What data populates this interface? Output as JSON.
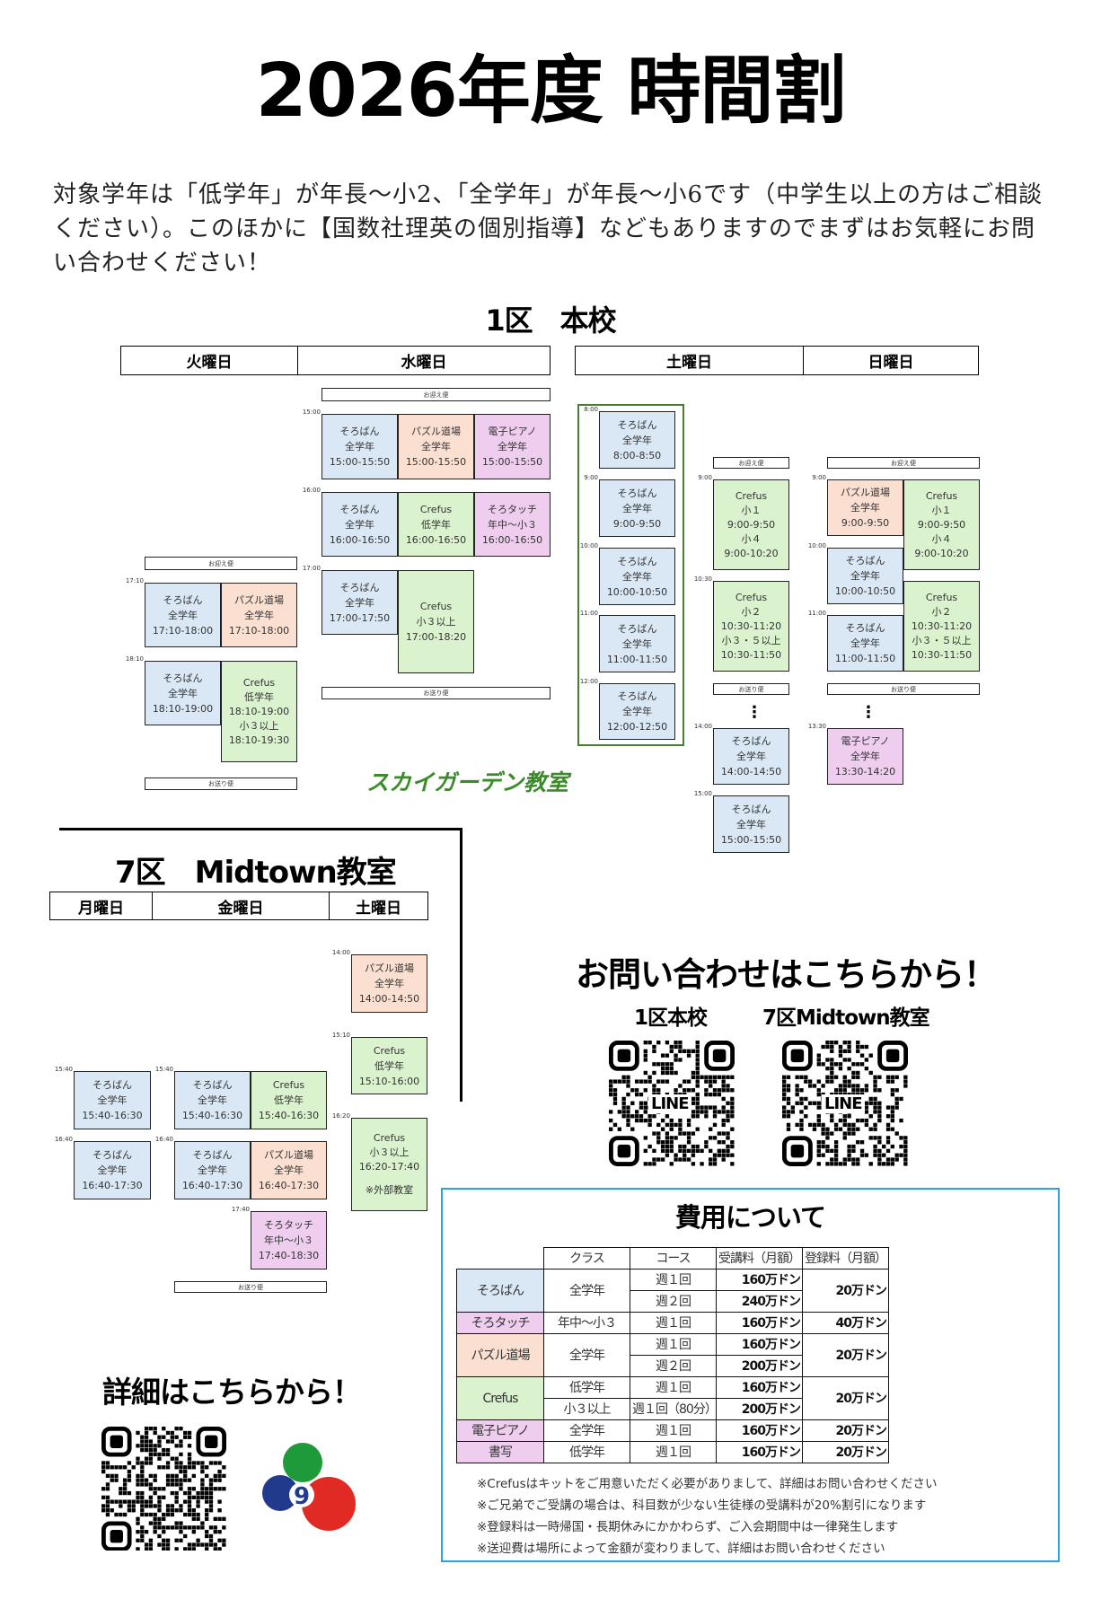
{
  "title": "2026年度 時間割",
  "intro": "対象学年は「低学年」が年長～小2、「全学年」が年長～小6です（中学生以上の方はご相談ください）。このほかに【国数社理英の個別指導】などもありますのでまずはお気軽にお問い合わせください！",
  "colors": {
    "blue": "#dae8f6",
    "peach": "#fbe0d2",
    "pink": "#efcdee",
    "green": "#dbf2cf",
    "sky_green": "#3b8b2a",
    "frame": "#27a6d9"
  },
  "honko": {
    "heading": "1区　本校",
    "days": [
      "火曜日",
      "水曜日",
      "土曜日",
      "日曜日"
    ],
    "sky_garden_label": "スカイガーデン教室",
    "transport": [
      "お迎え便",
      "お送り便",
      "お迎え便",
      "お送り便",
      "お迎え便",
      "お送り便",
      "お迎え便",
      "お送り便"
    ],
    "blocks": [
      {
        "time": "15:00",
        "color": "blue",
        "lines": [
          "そろばん",
          "全学年",
          "15:00-15:50"
        ]
      },
      {
        "time": "",
        "color": "peach",
        "lines": [
          "パズル道場",
          "全学年",
          "15:00-15:50"
        ]
      },
      {
        "time": "",
        "color": "pink",
        "lines": [
          "電子ピアノ",
          "全学年",
          "15:00-15:50"
        ]
      },
      {
        "time": "16:00",
        "color": "blue",
        "lines": [
          "そろばん",
          "全学年",
          "16:00-16:50"
        ]
      },
      {
        "time": "",
        "color": "green",
        "lines": [
          "Crefus",
          "低学年",
          "16:00-16:50"
        ]
      },
      {
        "time": "",
        "color": "pink",
        "lines": [
          "そろタッチ",
          "年中～小３",
          "16:00-16:50"
        ]
      },
      {
        "time": "17:00",
        "color": "blue",
        "lines": [
          "そろばん",
          "全学年",
          "17:00-17:50"
        ]
      },
      {
        "time": "",
        "color": "green",
        "lines": [
          "Crefus",
          "小３以上",
          "17:00-18:20"
        ]
      },
      {
        "time": "17:10",
        "color": "blue",
        "lines": [
          "そろばん",
          "全学年",
          "17:10-18:00"
        ]
      },
      {
        "time": "",
        "color": "peach",
        "lines": [
          "パズル道場",
          "全学年",
          "17:10-18:00"
        ]
      },
      {
        "time": "18:10",
        "color": "blue",
        "lines": [
          "そろばん",
          "全学年",
          "18:10-19:00"
        ]
      },
      {
        "time": "",
        "color": "green",
        "lines": [
          "Crefus",
          "低学年",
          "18:10-19:00",
          "小３以上",
          "18:10-19:30"
        ]
      },
      {
        "time": "8:00",
        "color": "blue",
        "lines": [
          "そろばん",
          "全学年",
          "8:00-8:50"
        ]
      },
      {
        "time": "9:00",
        "color": "blue",
        "lines": [
          "そろばん",
          "全学年",
          "9:00-9:50"
        ]
      },
      {
        "time": "10:00",
        "color": "blue",
        "lines": [
          "そろばん",
          "全学年",
          "10:00-10:50"
        ]
      },
      {
        "time": "11:00",
        "color": "blue",
        "lines": [
          "そろばん",
          "全学年",
          "11:00-11:50"
        ]
      },
      {
        "time": "12:00",
        "color": "blue",
        "lines": [
          "そろばん",
          "全学年",
          "12:00-12:50"
        ]
      },
      {
        "time": "9:00",
        "color": "green",
        "lines": [
          "Crefus",
          "小１",
          "9:00-9:50",
          "小４",
          "9:00-10:20"
        ]
      },
      {
        "time": "10:30",
        "color": "green",
        "lines": [
          "Crefus",
          "小２",
          "10:30-11:20",
          "小３・５以上",
          "10:30-11:50"
        ]
      },
      {
        "time": "14:00",
        "color": "blue",
        "lines": [
          "そろばん",
          "全学年",
          "14:00-14:50"
        ]
      },
      {
        "time": "15:00",
        "color": "blue",
        "lines": [
          "そろばん",
          "全学年",
          "15:00-15:50"
        ]
      },
      {
        "time": "9:00",
        "color": "peach",
        "lines": [
          "パズル道場",
          "全学年",
          "9:00-9:50"
        ]
      },
      {
        "time": "",
        "color": "green",
        "lines": [
          "Crefus",
          "小１",
          "9:00-9:50",
          "小４",
          "9:00-10:20"
        ]
      },
      {
        "time": "10:00",
        "color": "blue",
        "lines": [
          "そろばん",
          "全学年",
          "10:00-10:50"
        ]
      },
      {
        "time": "",
        "color": "green",
        "lines": [
          "Crefus",
          "小２",
          "10:30-11:20",
          "小３・５以上",
          "10:30-11:50"
        ]
      },
      {
        "time": "11:00",
        "color": "blue",
        "lines": [
          "そろばん",
          "全学年",
          "11:00-11:50"
        ]
      },
      {
        "time": "13:30",
        "color": "pink",
        "lines": [
          "電子ピアノ",
          "全学年",
          "13:30-14:20"
        ]
      }
    ]
  },
  "midtown": {
    "heading": "7区　Midtown教室",
    "days": [
      "月曜日",
      "金曜日",
      "土曜日"
    ],
    "transport": [
      "お送り便"
    ],
    "blocks": [
      {
        "time": "15:40",
        "color": "blue",
        "lines": [
          "そろばん",
          "全学年",
          "15:40-16:30"
        ]
      },
      {
        "time": "16:40",
        "color": "blue",
        "lines": [
          "そろばん",
          "全学年",
          "16:40-17:30"
        ]
      },
      {
        "time": "15:40",
        "color": "blue",
        "lines": [
          "そろばん",
          "全学年",
          "15:40-16:30"
        ]
      },
      {
        "time": "",
        "color": "green",
        "lines": [
          "Crefus",
          "低学年",
          "15:40-16:30"
        ]
      },
      {
        "time": "16:40",
        "color": "blue",
        "lines": [
          "そろばん",
          "全学年",
          "16:40-17:30"
        ]
      },
      {
        "time": "",
        "color": "peach",
        "lines": [
          "パズル道場",
          "全学年",
          "16:40-17:30"
        ]
      },
      {
        "time": "17:40",
        "color": "pink",
        "lines": [
          "そろタッチ",
          "年中～小３",
          "17:40-18:30"
        ]
      },
      {
        "time": "14:00",
        "color": "peach",
        "lines": [
          "パズル道場",
          "全学年",
          "14:00-14:50"
        ]
      },
      {
        "time": "15:10",
        "color": "green",
        "lines": [
          "Crefus",
          "低学年",
          "15:10-16:00"
        ]
      },
      {
        "time": "16:20",
        "color": "green",
        "lines": [
          "Crefus",
          "小３以上",
          "16:20-17:40",
          "",
          "※外部教室"
        ]
      }
    ]
  },
  "details": {
    "heading": "詳細はこちらから！",
    "logo_text": "9"
  },
  "contact": {
    "heading": "お問い合わせはこちらから！",
    "honko_label": "1区本校",
    "midtown_label": "7区Midtown教室",
    "qr_text": "LINE"
  },
  "fees": {
    "heading": "費用について",
    "headers": [
      "クラス",
      "コース",
      "受講料（月額）",
      "登録料（月額）"
    ],
    "rows": [
      {
        "name": "そろばん",
        "class": "全学年",
        "course": "週１回",
        "fee": "160万ドン",
        "reg": "20万ドン"
      },
      {
        "course": "週２回",
        "fee": "240万ドン"
      },
      {
        "name": "そろタッチ",
        "class": "年中～小３",
        "course": "週１回",
        "fee": "160万ドン",
        "reg": "40万ドン"
      },
      {
        "name": "パズル道場",
        "class": "全学年",
        "course": "週１回",
        "fee": "160万ドン",
        "reg": "20万ドン"
      },
      {
        "course": "週２回",
        "fee": "200万ドン"
      },
      {
        "name": "Crefus",
        "class": "低学年",
        "course": "週１回",
        "fee": "160万ドン",
        "reg": "20万ドン"
      },
      {
        "class": "小３以上",
        "course": "週１回（80分）",
        "fee": "200万ドン"
      },
      {
        "name": "電子ピアノ",
        "class": "全学年",
        "course": "週１回",
        "fee": "160万ドン",
        "reg": "20万ドン"
      },
      {
        "name": "書写",
        "class": "低学年",
        "course": "週１回",
        "fee": "160万ドン",
        "reg": "20万ドン"
      }
    ],
    "notes": [
      "※Crefusはキットをご用意いただく必要がありまして、詳細はお問い合わせください",
      "※ご兄弟でご受講の場合は、科目数が少ない生徒様の受講料が20%割引になります",
      "※登録料は一時帰国・長期休みにかかわらず、ご入会期間中は一律発生します",
      "※送迎費は場所によって金額が変わりまして、詳細はお問い合わせください"
    ]
  }
}
